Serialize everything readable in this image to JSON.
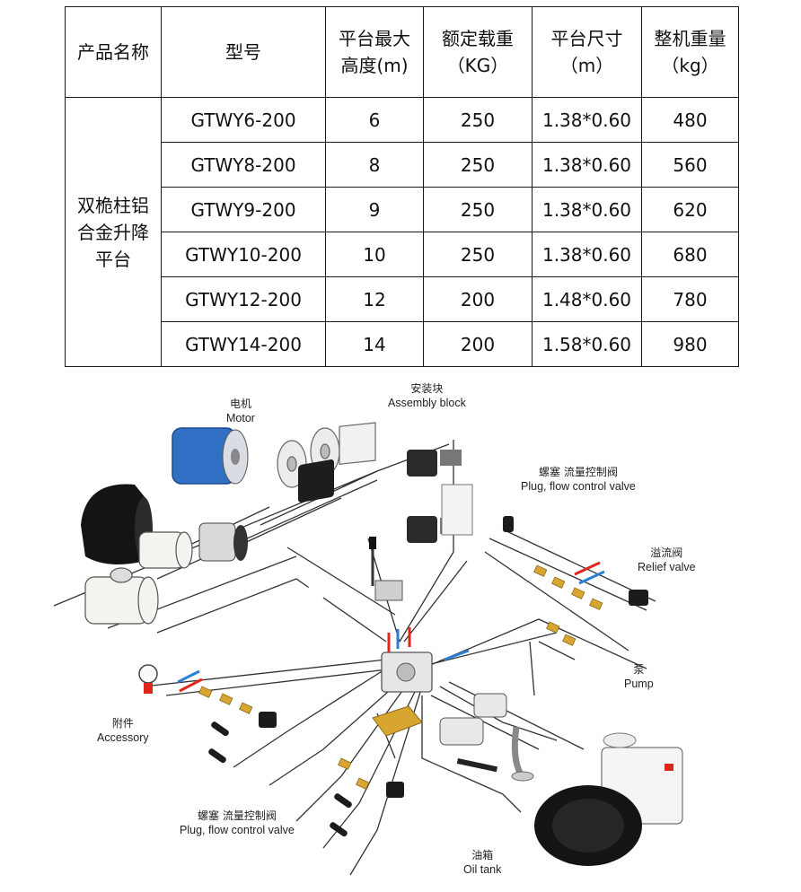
{
  "spec_table": {
    "headers": [
      [
        "产品名称"
      ],
      [
        "型号"
      ],
      [
        "平台最大",
        "高度(m)"
      ],
      [
        "额定载重",
        "（KG）"
      ],
      [
        "平台尺寸",
        "（m）"
      ],
      [
        "整机重量",
        "（kg）"
      ]
    ],
    "product_name": [
      "双桅柱铝",
      "合金升降",
      "平台"
    ],
    "rows": [
      {
        "model": "GTWY6-200",
        "height": "6",
        "load": "250",
        "size": "1.38*0.60",
        "weight": "480"
      },
      {
        "model": "GTWY8-200",
        "height": "8",
        "load": "250",
        "size": "1.38*0.60",
        "weight": "560"
      },
      {
        "model": "GTWY9-200",
        "height": "9",
        "load": "250",
        "size": "1.38*0.60",
        "weight": "620"
      },
      {
        "model": "GTWY10-200",
        "height": "10",
        "load": "250",
        "size": "1.38*0.60",
        "weight": "680"
      },
      {
        "model": "GTWY12-200",
        "height": "12",
        "load": "200",
        "size": "1.48*0.60",
        "weight": "780"
      },
      {
        "model": "GTWY14-200",
        "height": "14",
        "load": "200",
        "size": "1.58*0.60",
        "weight": "980"
      }
    ]
  },
  "diagram": {
    "labels": {
      "motor": {
        "cn": "电机",
        "en": "Motor"
      },
      "assembly_block": {
        "cn": "安装块",
        "en": "Assembly block"
      },
      "plug_valve_top": {
        "cn": "螺塞  流量控制阀",
        "en": "Plug, flow control valve"
      },
      "relief_valve": {
        "cn": "溢流阀",
        "en": "Relief valve"
      },
      "pump": {
        "cn": "泵",
        "en": "Pump"
      },
      "accessory": {
        "cn": "附件",
        "en": "Accessory"
      },
      "plug_valve_bottom": {
        "cn": "螺塞  流量控制阀",
        "en": "Plug, flow control valve"
      },
      "oil_tank": {
        "cn": "油箱",
        "en": "Oil tank"
      }
    },
    "colors": {
      "motor_body": "#2f6fc4",
      "tank_body": "#141414",
      "arrow_red": "#e0261b",
      "arrow_blue": "#2b7fd6",
      "line": "#333333",
      "brass": "#d9a531",
      "clip_green": "#58b04a"
    }
  }
}
